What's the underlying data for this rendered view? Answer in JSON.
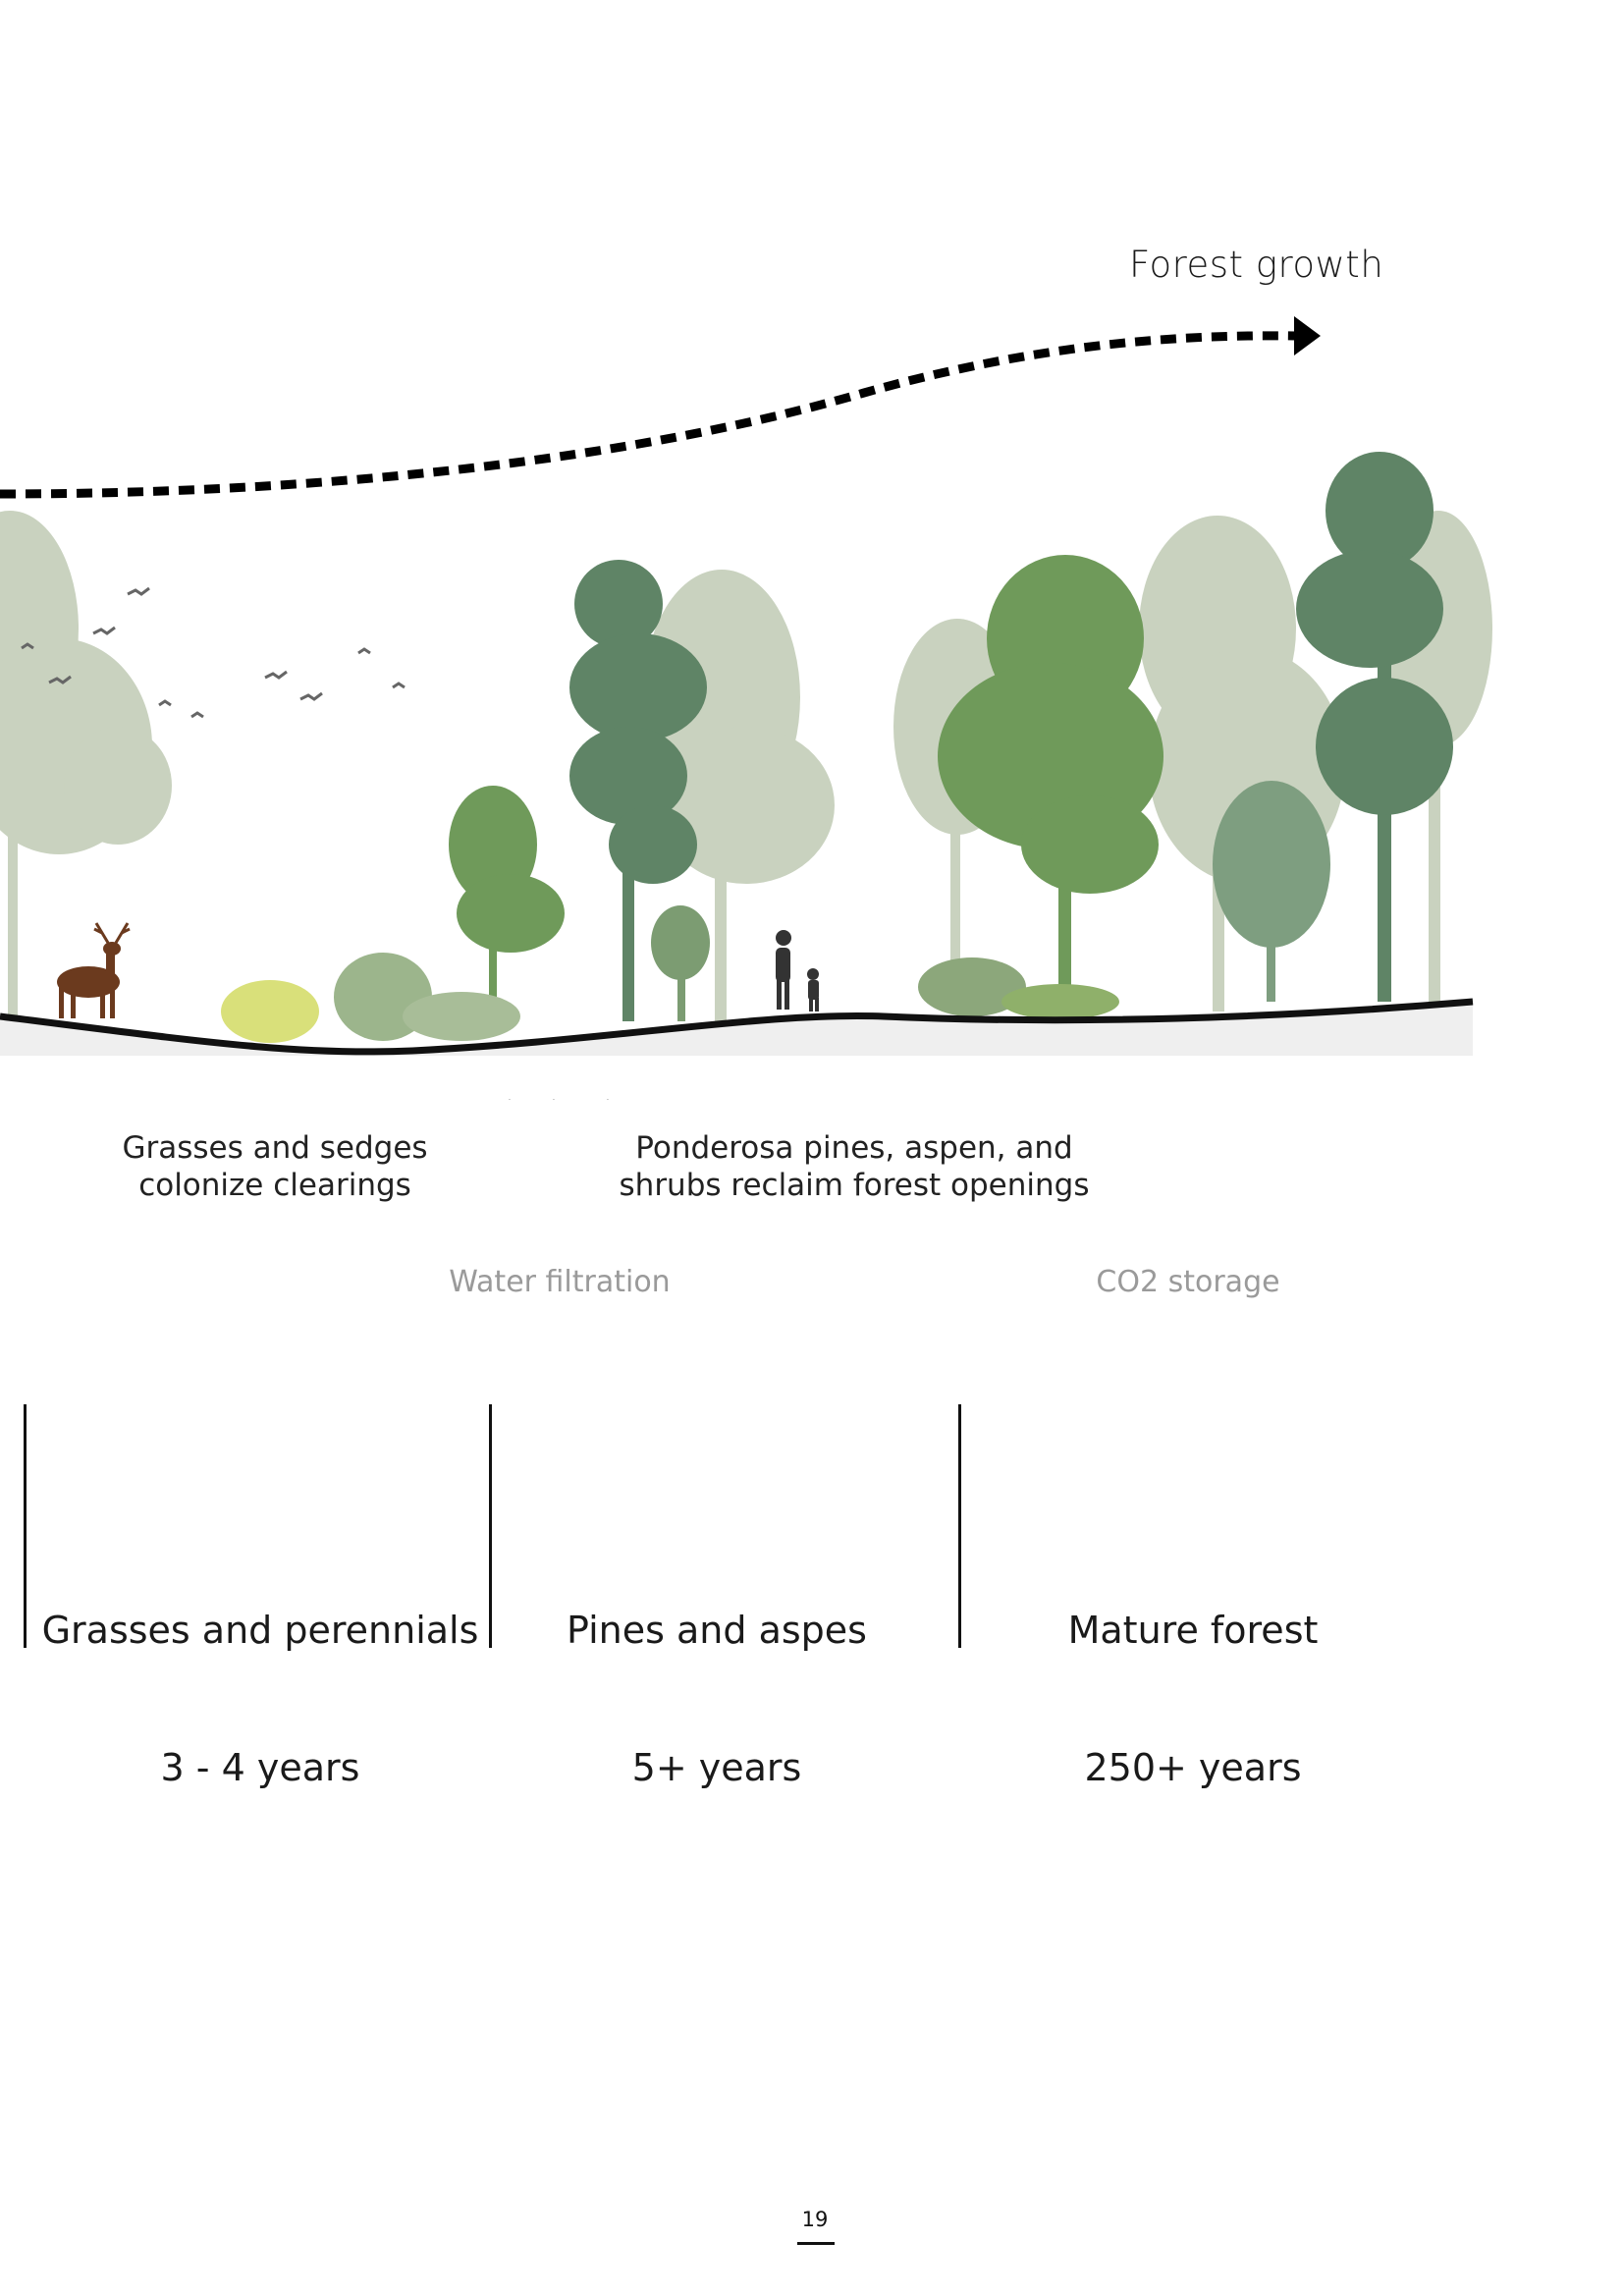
{
  "arrow_label": "Forest growth",
  "captions": {
    "left": [
      "Grasses and sedges",
      "colonize clearings"
    ],
    "right": [
      "Ponderosa pines, aspen, and",
      "shrubs reclaim forest openings"
    ]
  },
  "services": {
    "water": "Water filtration",
    "co2": "CO2 storage"
  },
  "stages": [
    {
      "label": "Grasses and perennials",
      "duration": "3 - 4 years"
    },
    {
      "label": "Pines and aspes",
      "duration": "5+ years"
    },
    {
      "label": "Mature forest",
      "duration": "250+ years"
    }
  ],
  "page_number": "19",
  "colors": {
    "tree_dark": "#5f8466",
    "tree_mid": "#6f9a5a",
    "tree_faded": "#c9d2bf",
    "deer": "#6b3a1e",
    "ground_line": "#111111",
    "service_text": "#9a9a9a"
  }
}
